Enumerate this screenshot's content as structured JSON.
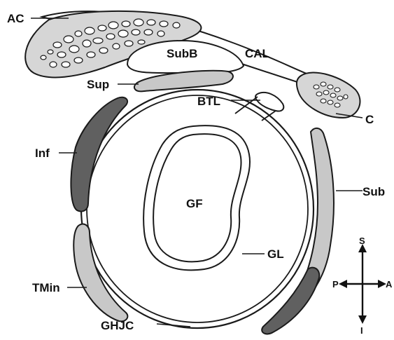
{
  "labels": {
    "ac": "AC",
    "subb": "SubB",
    "cal": "CAL",
    "sup": "Sup",
    "btl": "BTL",
    "c": "C",
    "inf": "Inf",
    "sub": "Sub",
    "gf": "GF",
    "gl": "GL",
    "tmin": "TMin",
    "ghjc": "GHJC"
  },
  "compass": {
    "s": "S",
    "p": "P",
    "a": "A",
    "i": "I"
  },
  "colors": {
    "bone": "#d6d6d6",
    "dark_muscle": "#606060",
    "light_muscle": "#c8c8c8",
    "outline": "#1a1a1a"
  }
}
